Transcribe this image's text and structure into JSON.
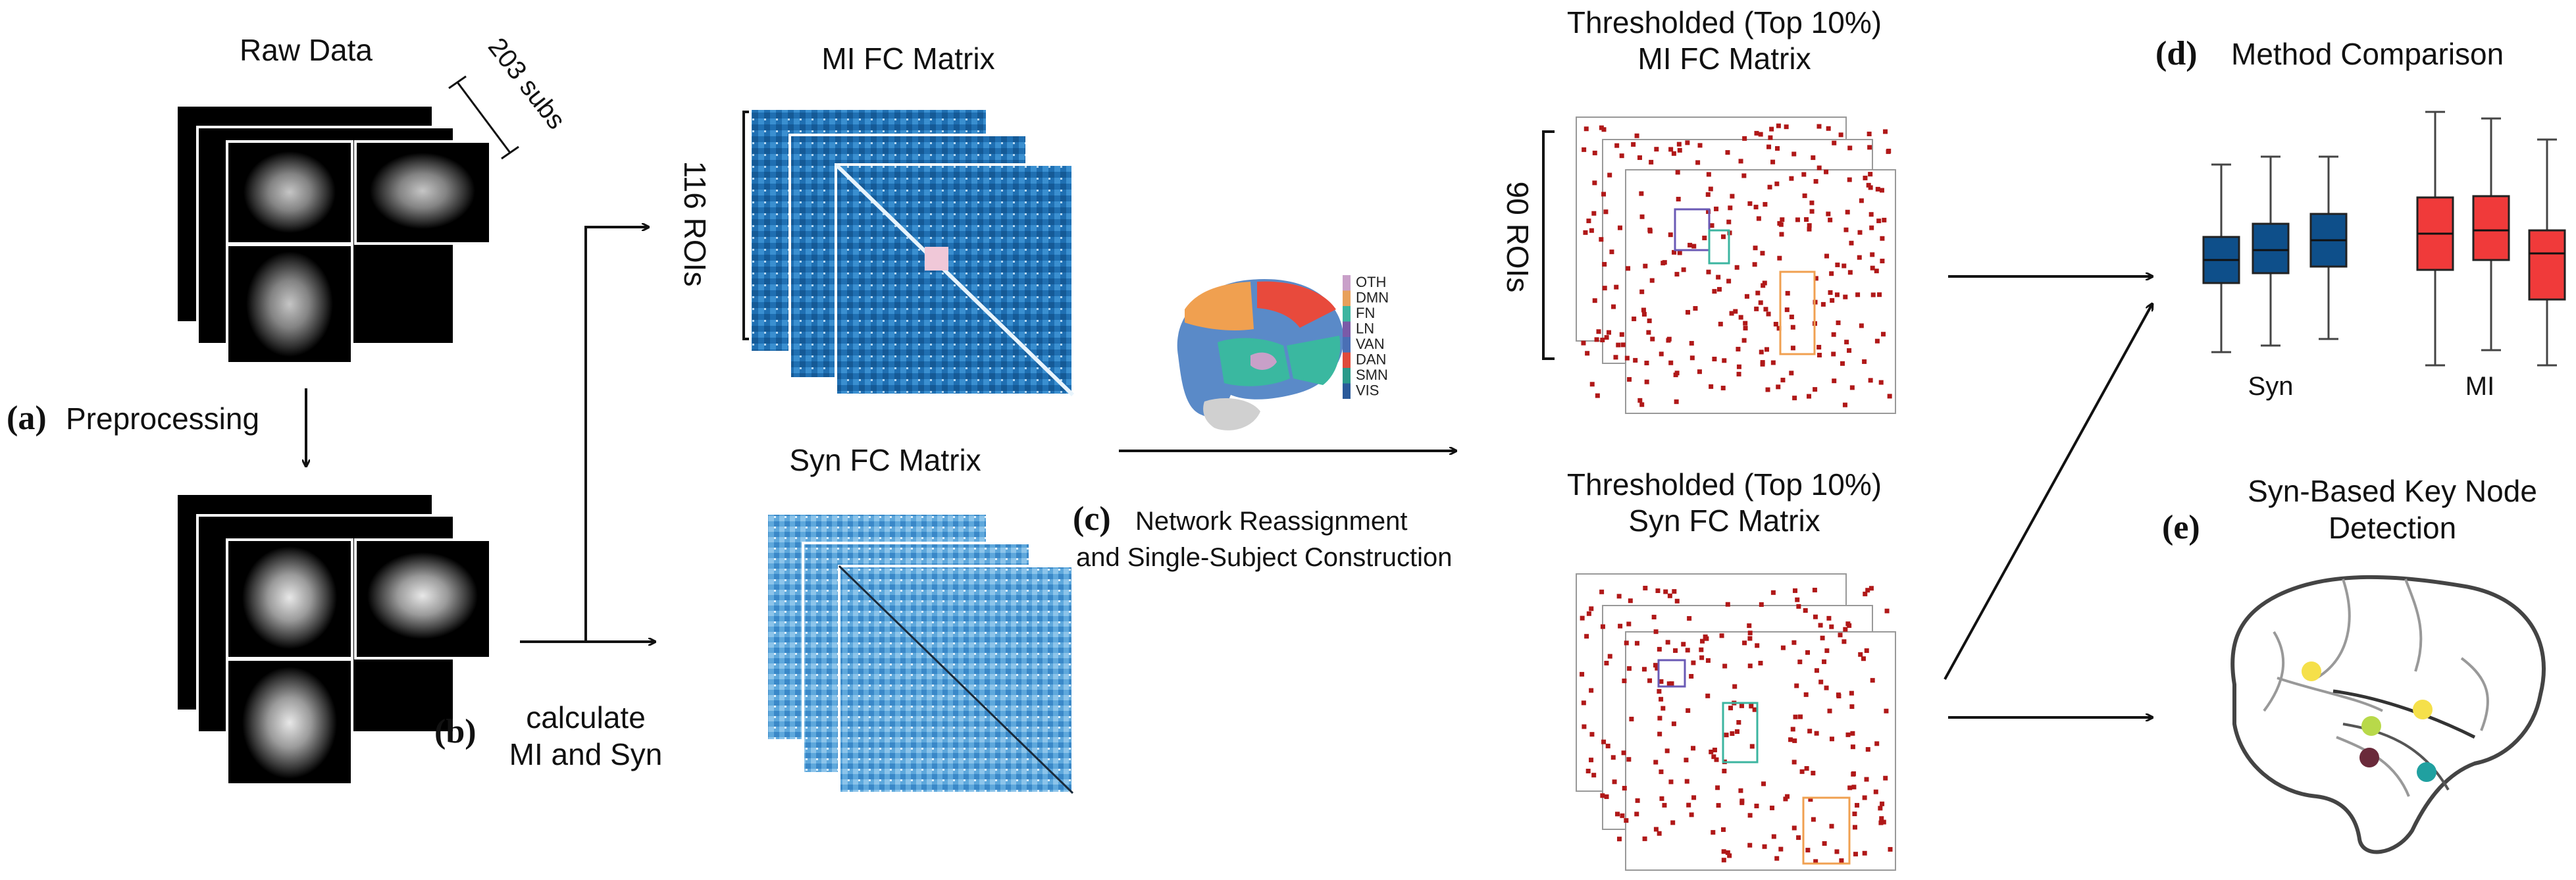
{
  "steps": {
    "a": {
      "tag": "(a)",
      "label": "Preprocessing"
    },
    "b": {
      "tag": "(b)",
      "label_line1": "calculate",
      "label_line2": "MI and Syn"
    },
    "c": {
      "tag": "(c)",
      "label_line1": "Network Reassignment",
      "label_line2": "and Single-Subject Construction"
    },
    "d": {
      "tag": "(d)",
      "label": "Method Comparison"
    },
    "e": {
      "tag": "(e)",
      "label_line1": "Syn-Based Key Node",
      "label_line2": "Detection"
    }
  },
  "raw_data": {
    "title": "Raw Data",
    "subjects": "203 subs"
  },
  "mi_matrix": {
    "title": "MI FC Matrix",
    "rois": "116 ROIs"
  },
  "syn_matrix": {
    "title": "Syn FC Matrix"
  },
  "thr_mi": {
    "title_line1": "Thresholded (Top 10%)",
    "title_line2": "MI FC Matrix",
    "rois": "90 ROIs"
  },
  "thr_syn": {
    "title_line1": "Thresholded (Top 10%)",
    "title_line2": "Syn FC Matrix"
  },
  "network_legend": {
    "items": [
      "OTH",
      "DMN",
      "FN",
      "LN",
      "VAN",
      "DAN",
      "SMN",
      "VIS"
    ],
    "colors": [
      "#c9a0c9",
      "#e8a05a",
      "#3cb5a0",
      "#7a5aa8",
      "#4a6fb5",
      "#e04a3a",
      "#2a9a8a",
      "#2a5a9a"
    ]
  },
  "comparison": {
    "groups": [
      "Syn",
      "MI"
    ],
    "colors": {
      "syn": "#0e4f8a",
      "mi": "#f03a3a"
    }
  },
  "key_nodes": {
    "colors": [
      "#f5e04a",
      "#b8d94a",
      "#f5e04a",
      "#6a2a3a",
      "#20a0a0"
    ]
  }
}
